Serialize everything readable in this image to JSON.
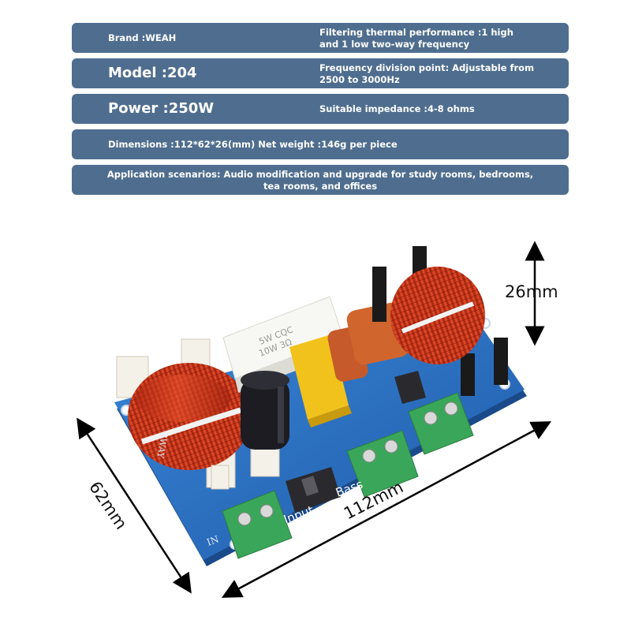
{
  "specs": {
    "row1": {
      "left": "Brand :WEAH",
      "right_line1": "Filtering thermal performance :1 high",
      "right_line2": "and 1 low two-way frequency"
    },
    "row2": {
      "left": "Model :204",
      "right_line1": "Frequency division point: Adjustable from",
      "right_line2": "2500 to 3000Hz"
    },
    "row3": {
      "left": "Power :250W",
      "right": "Suitable impedance :4-8 ohms"
    },
    "row4": {
      "text": "Dimensions :112*62*26(mm) Net weight :146g per piece"
    },
    "row5": {
      "line1": "Application scenarios: Audio modification and upgrade for study rooms, bedrooms,",
      "line2": "tea rooms, and offices"
    }
  },
  "dimensions": {
    "height": "26mm",
    "width": "112mm",
    "depth": "62mm"
  },
  "board_labels": {
    "input": "Input",
    "bass": "Bass",
    "in": "IN",
    "model_print": "2WAY",
    "resistor_line1": "5W CQC",
    "resistor_line2": "10W 3Ω"
  },
  "colors": {
    "bar": "#4f6e8f",
    "pcb": "#2e6fc4",
    "copper": "#d6391f",
    "terminal": "#3aa65a",
    "capacitor_yellow": "#f2c21c",
    "capacitor_orange": "#c75a2a"
  }
}
